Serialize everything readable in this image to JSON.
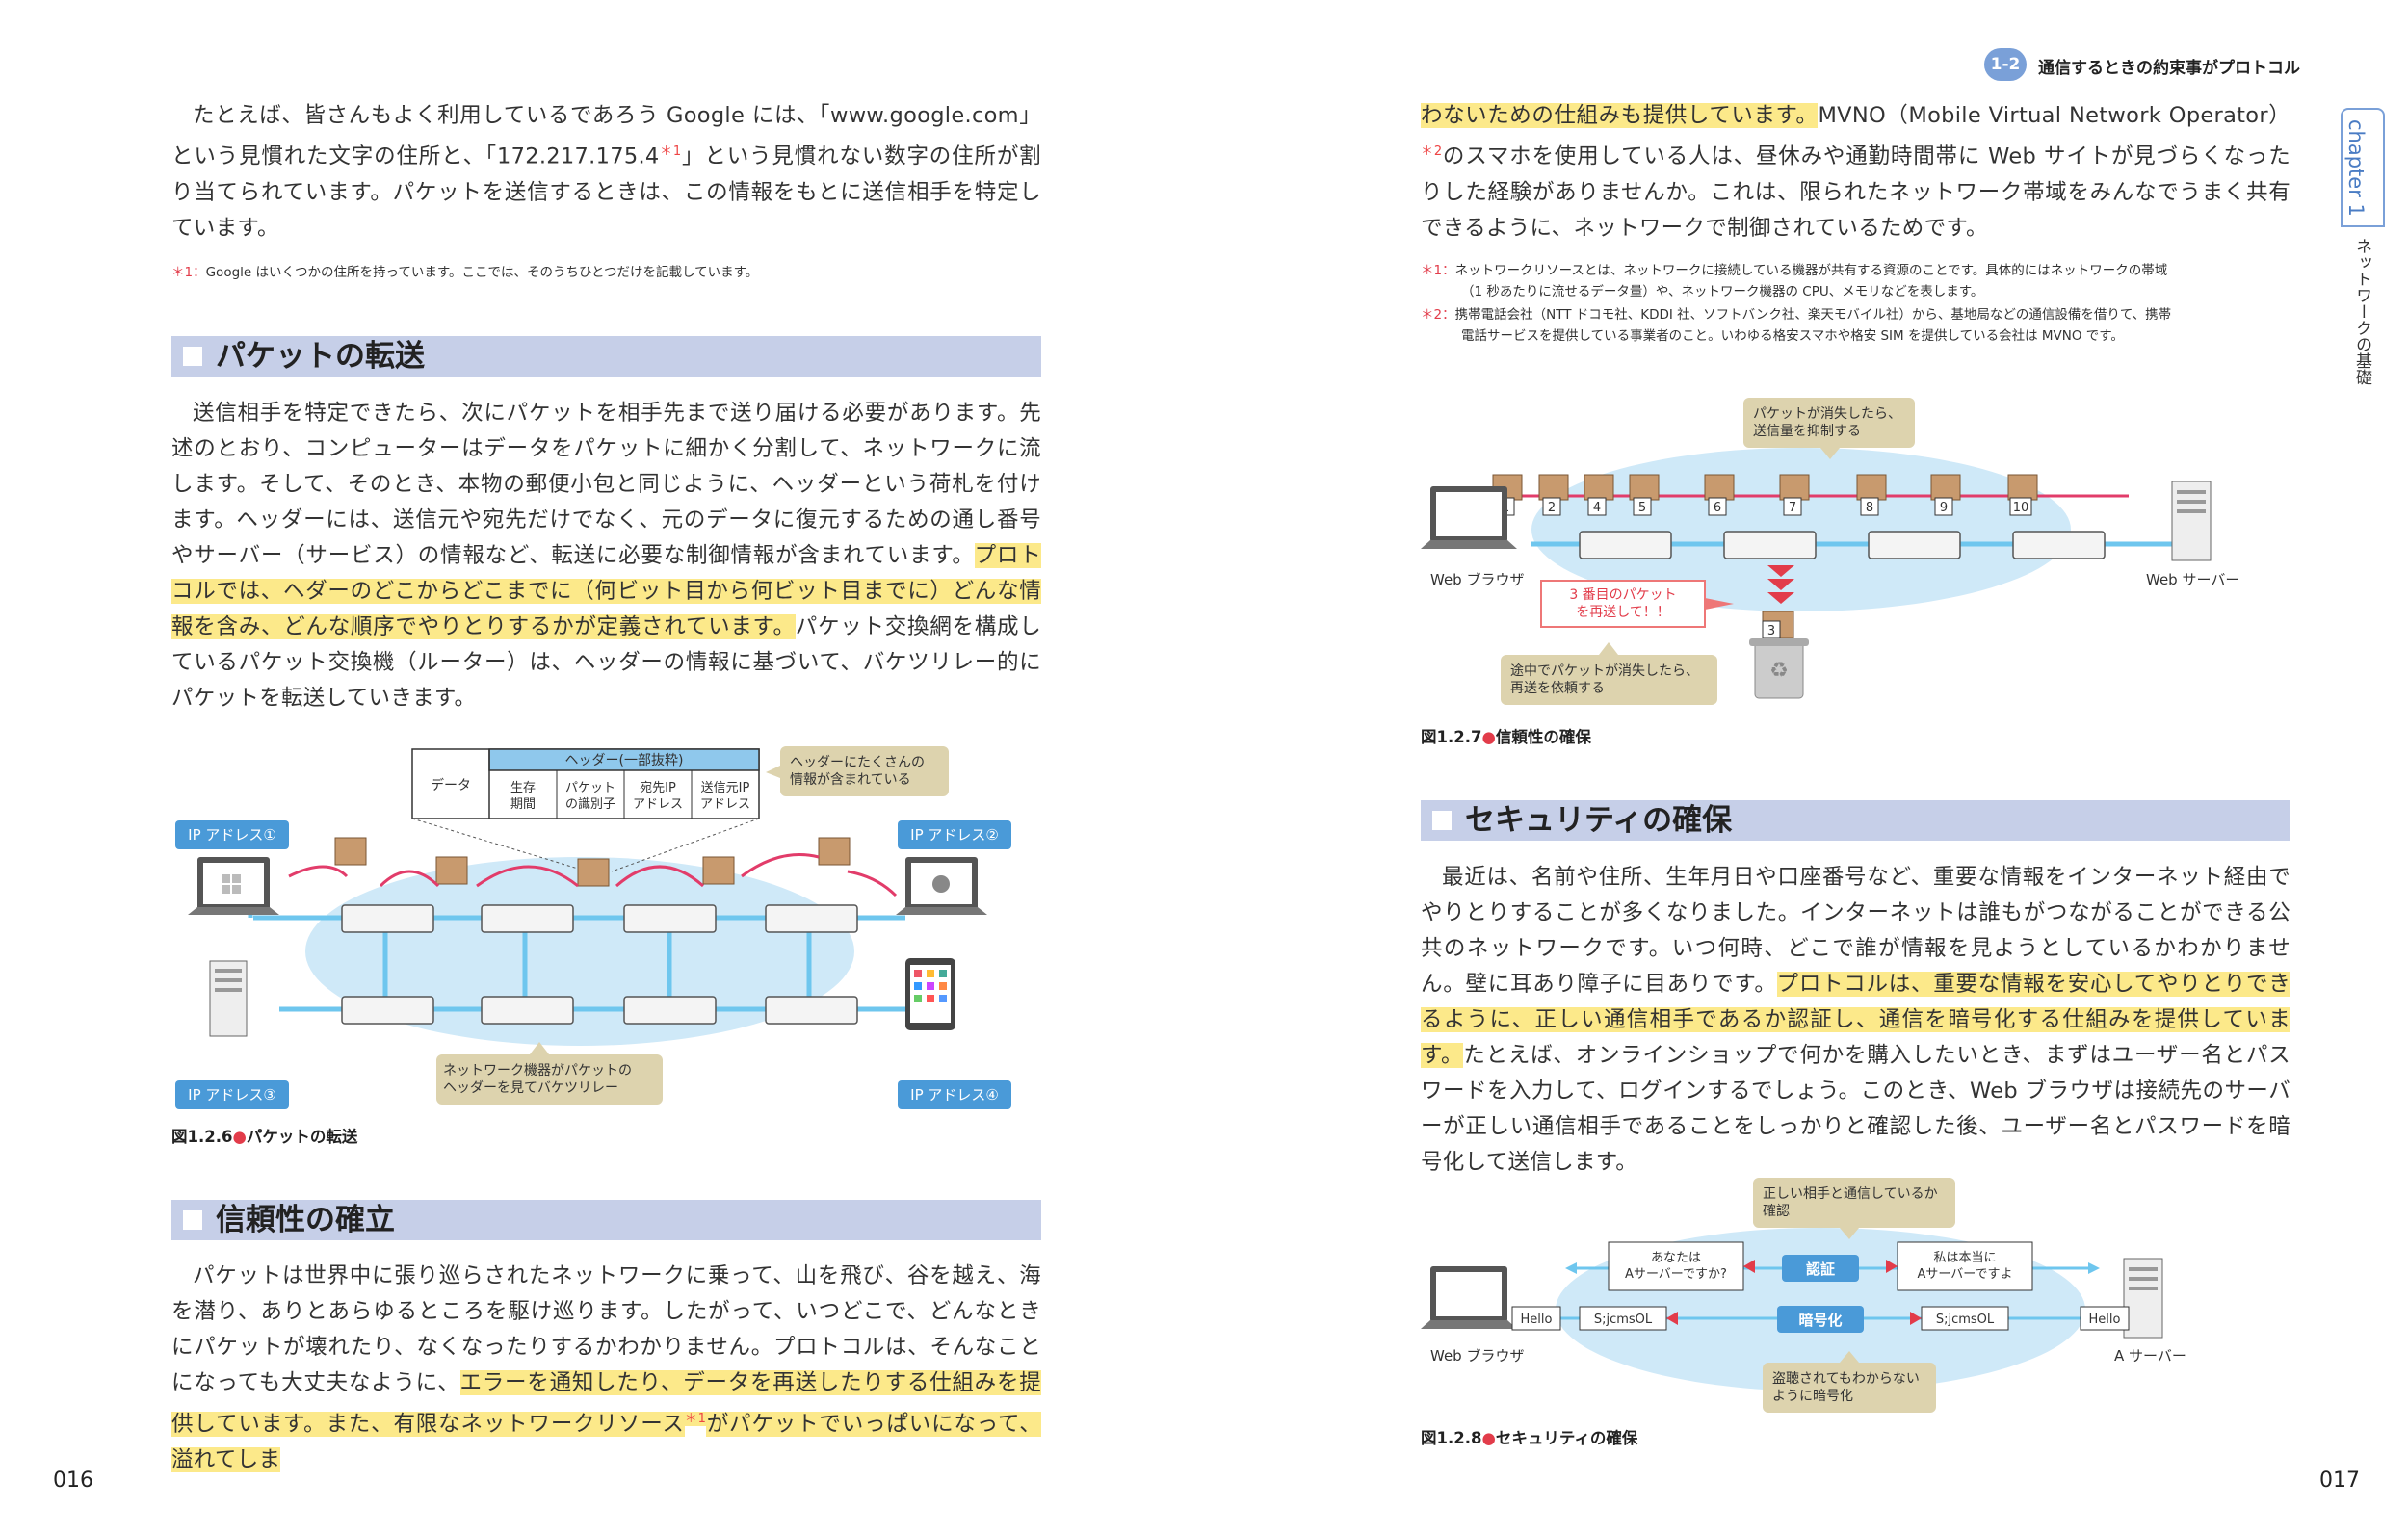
{
  "left": {
    "intro_para": [
      "たとえば、皆さんもよく利用しているであろう Google には、「www.google.com」と",
      "いう見慣れた文字の住所と、「172.217.175.4",
      "」という見慣れない数字の住所が割り当",
      "てられています。パケットを送信するときは、この情報をもとに送信相手を特定していま",
      "す。"
    ],
    "intro_sup": "＊1",
    "footnote_mark": "＊1：",
    "footnote": "Google はいくつかの住所を持っています。ここでは、そのうちひとつだけを記載しています。",
    "section1_title": "パケットの転送",
    "section1_lines": [
      "送信相手を特定できたら、次にパケットを相手先まで送り届ける必要があります。先述",
      "のとおり、コンピューターはデータをパケットに細かく分割して、ネットワークに流しま",
      "す。そして、そのとき、本物の郵便小包と同じように、ヘッダーという荷札を付けます。",
      "ヘッダーには、送信元や宛先だけでなく、元のデータに復元するための通し番号やサーバー",
      "（サービス）の情報など、転送に必要な制御情報が含まれています。",
      "プロトコルでは、ヘ",
      "ダーのどこからどこまでに（何ビット目から何ビット目までに）どんな情報を含み、どん",
      "な順序でやりとりするかが定義されています。",
      "パケット交換網を構成しているパケット交",
      "換機（ルーター）は、ヘッダーの情報に基づいて、バケツリレー的にパケットを転送して",
      "いきます。"
    ],
    "fig6": {
      "data_label": "データ",
      "header_title": "ヘッダー(一部抜粋)",
      "header_cols": [
        "生存\n期間",
        "パケット\nの識別子",
        "宛先IP\nアドレス",
        "送信元IP\nアドレス"
      ],
      "callout_top": "ヘッダーにたくさんの\n情報が含まれている",
      "ip1": "IP アドレス①",
      "ip2": "IP アドレス②",
      "ip3": "IP アドレス③",
      "ip4": "IP アドレス④",
      "callout_bottom": "ネットワーク機器がパケットの\nヘッダーを見てバケツリレー",
      "caption_num": "図1.2.6",
      "caption_dot": "●",
      "caption_text": "パケットの転送"
    },
    "section2_title": "信頼性の確立",
    "section2_lines": [
      "パケットは世界中に張り巡らされたネットワークに乗って、山を飛び、谷を越え、海を",
      "潜り、ありとあらゆるところを駆け巡ります。したがって、いつどこで、どんなときにパ",
      "ケットが壊れたり、なくなったりするかわかりません。プロトコルは、そんなことになっ",
      "ても大丈夫なように、",
      "エラーを通知したり、データを再送したりする仕組みを提供してい",
      "ます。また、有限なネットワークリソース",
      "がパケットでいっぱいになって、溢れてしま"
    ],
    "section2_sup": "＊1",
    "page_number": "016"
  },
  "right": {
    "running_badge": "1-2",
    "running_title": "通信するときの約束事がプロトコル",
    "tab_chapter": "chapter 1",
    "tab_title": "ネットワークの基礎",
    "cont_lines": [
      "わないための仕組みも提供しています。",
      "MVNO（Mobile Virtual Network Operator）",
      "のスマホを使用している人は、昼休みや通勤時間帯に Web サイトが見づらくなったりし",
      "た経験がありませんか。これは、限られたネットワーク帯域をみんなでうまく共有できる",
      "ように、ネットワークで制御されているためです。"
    ],
    "cont_sup": "＊2",
    "fn1_mark": "＊1：",
    "fn1": [
      "ネットワークリソースとは、ネットワークに接続している機器が共有する資源のことです。具体的にはネットワークの帯域",
      "（1 秒あたりに流せるデータ量）や、ネットワーク機器の CPU、メモリなどを表します。"
    ],
    "fn2_mark": "＊2：",
    "fn2": [
      "携帯電話会社（NTT ドコモ社、KDDI 社、ソフトバンク社、楽天モバイル社）から、基地局などの通信設備を借りて、携帯",
      "電話サービスを提供している事業者のこと。いわゆる格安スマホや格安 SIM を提供している会社は MVNO です。"
    ],
    "fig7": {
      "callout_top": "パケットが消失したら、\n送信量を抑制する",
      "numbers": [
        "1",
        "2",
        "4",
        "5",
        "6",
        "7",
        "8",
        "9",
        "10"
      ],
      "lost_number": "3",
      "browser_label": "Web ブラウザ",
      "server_label": "Web サーバー",
      "resend_text": "3 番目のパケット\nを再送して！！",
      "callout_bottom": "途中でパケットが消失したら、\n再送を依頼する",
      "caption_num": "図1.2.7",
      "caption_dot": "●",
      "caption_text": "信頼性の確保"
    },
    "section3_title": "セキュリティの確保",
    "section3_lines": [
      "最近は、名前や住所、生年月日や口座番号など、重要な情報をインターネット経由でや",
      "りとりすることが多くなりました。インターネットは誰もがつながることができる公共の",
      "ネットワークです。いつ何時、どこで誰が情報を見ようとしているかわかりません。壁に",
      "耳あり障子に目ありです。",
      "プロトコルは、重要な情報を安心してやりとりできるように、",
      "正しい通信相手であるか認証し、通信を暗号化する仕組みを提供しています。",
      "たとえば、",
      "オンラインショップで何かを購入したいとき、まずはユーザー名とパスワードを入力して、",
      "ログインするでしょう。このとき、Web ブラウザは接続先のサーバーが正しい通信相手で",
      "あることをしっかりと確認した後、ユーザー名とパスワードを暗号化して送信します。"
    ],
    "fig8": {
      "callout_top": "正しい相手と通信しているか\n確認",
      "q_left": "あなたは\nAサーバーですか?",
      "q_right": "私は本当に\nAサーバーですよ",
      "auth": "認証",
      "encrypt": "暗号化",
      "cipher_left": "S;jcmsOL",
      "cipher_right": "S;jcmsOL",
      "hello_left": "Hello",
      "hello_right": "Hello",
      "browser_label": "Web ブラウザ",
      "server_label": "A サーバー",
      "callout_bottom": "盗聴されてもわからない\nように暗号化",
      "caption_num": "図1.2.8",
      "caption_dot": "●",
      "caption_text": "セキュリティの確保"
    },
    "page_number": "017"
  },
  "colors": {
    "highlight": "#fce98a",
    "heading_bg": "#c6cfe8",
    "accent_red": "#e23c4a",
    "ip_badge": "#4a9ad8",
    "network_blue": "#cfe9f8",
    "line_blue": "#6ec6ee",
    "callout": "#ddd3ae"
  }
}
